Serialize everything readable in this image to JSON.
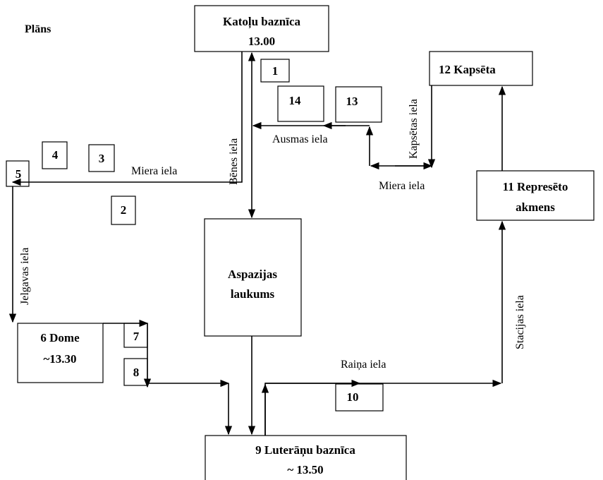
{
  "title": "Plāns",
  "places": {
    "katolu": {
      "name": "Katoļu baznīca",
      "time": "13.00"
    },
    "kapseta": {
      "name": "12 Kapsēta"
    },
    "represeto": {
      "line1": "11 Represēto",
      "line2": "akmens"
    },
    "aspazijas": {
      "line1": "Aspazijas",
      "line2": "laukums"
    },
    "dome": {
      "line1": "6 Dome",
      "line2": "~13.30"
    },
    "luteranu": {
      "name": "9 Luterāņu baznīca",
      "time": "~ 13.50"
    }
  },
  "markers": [
    "1",
    "2",
    "3",
    "4",
    "5",
    "7",
    "8",
    "10",
    "13",
    "14"
  ],
  "streets": {
    "benes": "Bēnes iela",
    "ausmas": "Ausmas iela",
    "miera_left": "Miera iela",
    "miera_right": "Miera iela",
    "kapsetas": "Kapsētas  iela",
    "jelgavas": "Jelgavas iela",
    "raina": "Raiņa iela",
    "stacijas": "Stacijas iela"
  }
}
